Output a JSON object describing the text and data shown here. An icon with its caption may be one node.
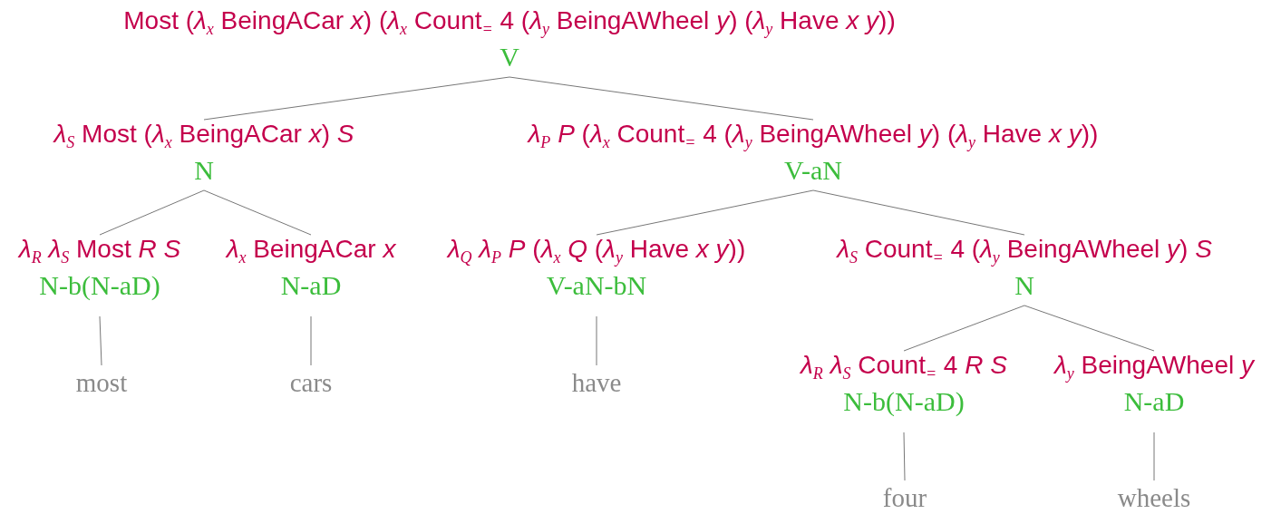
{
  "diagram": {
    "nodes": [
      {
        "text": [
          "Most (*λ*$_{x}$ BeingACar *x*) (*λ*$_{x}$ Count$_{=}$ 4 (*λ*$_{y}$ BeingAWheel *y*) (*λ*$_{y}$ Have *x y*))",
          "V"
        ]
      },
      {
        "text": [
          "*λ*$_{S}$ Most (*λ*$_{x}$ BeingACar *x*) *S*",
          "N"
        ]
      },
      {
        "text": [
          "*λ*$_{P}$ *P* (*λ*$_{x}$ Count$_{=}$ 4 (*λ*$_{y}$ BeingAWheel *y*) (*λ*$_{y}$ Have *x y*))",
          "V-aN"
        ]
      },
      {
        "text": [
          "*λ*$_{R}$ *λ*$_{S}$ Most *R S*",
          "N-b(N-aD)"
        ]
      },
      {
        "text": [
          "*λ*$_{x}$ BeingACar *x*",
          "N-aD"
        ]
      },
      {
        "text": [
          "*λ*$_{Q}$ *λ*$_{P}$ *P* (*λ*$_{x}$ *Q* (*λ*$_{y}$ Have *x y*))",
          "V-aN-bN"
        ]
      },
      {
        "text": [
          "*λ*$_{S}$ Count$_{=}$ 4 (*λ*$_{y}$ BeingAWheel *y*) *S*",
          "N"
        ]
      },
      {
        "text": [
          "most"
        ]
      },
      {
        "text": [
          "cars"
        ]
      },
      {
        "text": [
          "have"
        ]
      },
      {
        "text": [
          "*λ*$_{R}$ *λ*$_{S}$ Count$_{=}$ 4 *R S*",
          "N-b(N-aD)"
        ]
      },
      {
        "text": [
          "*λ*$_{y}$ BeingAWheel *y*",
          "N-aD"
        ]
      },
      {
        "text": [
          "four"
        ]
      },
      {
        "text": [
          "wheels"
        ]
      }
    ],
    "edges": [
      {
        "from": 0,
        "to": 1,
        "arrow": "none"
      },
      {
        "from": 0,
        "to": 2,
        "arrow": "none"
      },
      {
        "from": 1,
        "to": 3,
        "arrow": "none"
      },
      {
        "from": 1,
        "to": 4,
        "arrow": "none"
      },
      {
        "from": 2,
        "to": 5,
        "arrow": "none"
      },
      {
        "from": 2,
        "to": 6,
        "arrow": "none"
      },
      {
        "from": 3,
        "to": 7,
        "arrow": "none"
      },
      {
        "from": 4,
        "to": 8,
        "arrow": "none"
      },
      {
        "from": 5,
        "to": 9,
        "arrow": "none"
      },
      {
        "from": 6,
        "to": 10,
        "arrow": "none"
      },
      {
        "from": 6,
        "to": 11,
        "arrow": "none"
      },
      {
        "from": 10,
        "to": 12,
        "arrow": "none"
      },
      {
        "from": 11,
        "to": 13,
        "arrow": "none"
      }
    ]
  }
}
